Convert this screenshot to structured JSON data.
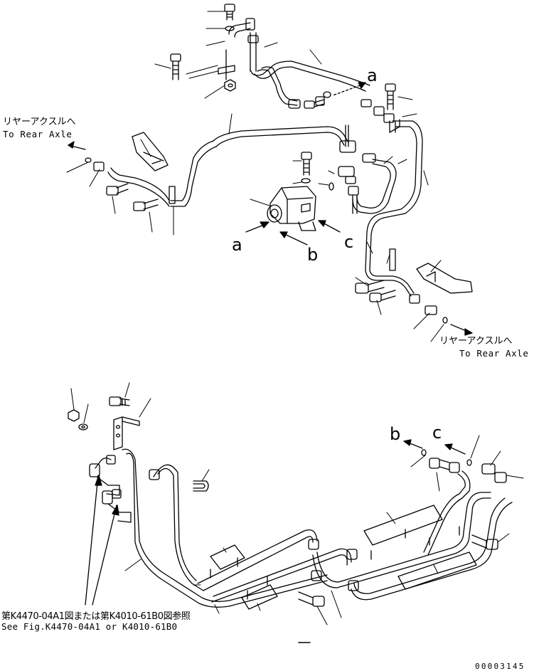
{
  "labels": {
    "rear_axle_jp": "リヤーアクスルへ",
    "rear_axle_en": "To Rear Axle",
    "port_a": "a",
    "port_b": "b",
    "port_c": "c",
    "reference_jp": "第K4470-04A1図または第K4010-61B0図参照",
    "reference_en": "See Fig.K4470-04A1 or K4010-61B0",
    "document_number": "00003145"
  },
  "colors": {
    "line": "#000000",
    "background": "#ffffff"
  }
}
